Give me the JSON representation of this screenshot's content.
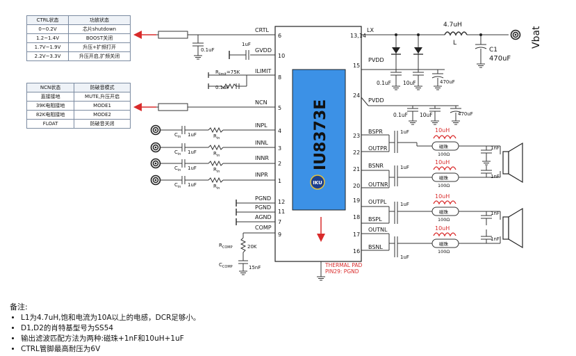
{
  "ctrl_table": {
    "header": [
      "CTRL状态",
      "功放状态"
    ],
    "rows": [
      [
        "0~0.2V",
        "芯片shutdown"
      ],
      [
        "1.2~1.4V",
        "BOOST关闭"
      ],
      [
        "1.7V~1.9V",
        "升压+扩频打开"
      ],
      [
        "2.2V~3.3V",
        "升压开启,扩频关闭"
      ]
    ]
  },
  "ncn_table": {
    "header": [
      "NCN状态",
      "防破音模式"
    ],
    "rows": [
      [
        "直接接地",
        "MUTE,升压开启"
      ],
      [
        "39K电阻接地",
        "MODE1"
      ],
      [
        "82K电阻接地",
        "MODE2"
      ],
      [
        "FLOAT",
        "防破音关闭"
      ]
    ]
  },
  "chip": {
    "name": "IU8373E",
    "logo": "IKU",
    "thermal_pad_line1": "THERMAL PAD",
    "thermal_pad_line2": "PIN29: PGND"
  },
  "left_pins": {
    "ctrl": "CRTL",
    "ctrl_num": "6",
    "gvdd": "GVDD",
    "gvdd_num": "10",
    "ilimit": "ILIMIT",
    "ilimit_num": "8",
    "ncn": "NCN",
    "ncn_num": "5",
    "inpl": "INPL",
    "inpl_num": "4",
    "innl": "INNL",
    "innl_num": "3",
    "innr": "INNR",
    "innr_num": "2",
    "inpr": "INPR",
    "inpr_num": "1",
    "pgnd1": "PGND",
    "pgnd1_num": "12",
    "pgnd2": "PGND",
    "pgnd2_num": "11",
    "agnd": "AGND",
    "agnd_num": "7",
    "comp": "COMP",
    "comp_num": "9"
  },
  "right_pins": {
    "lx": "LX",
    "lx_num": "13,14",
    "pvdd1": "PVDD",
    "pvdd1_num": "15",
    "pvdd2": "PVDD",
    "pvdd2_num": "24",
    "bspr": "BSPR",
    "bspr_num": "23",
    "outpr": "OUTPR",
    "outpr_num": "22",
    "bsnr": "BSNR",
    "bsnr_num": "21",
    "outnr": "OUTNR",
    "outnr_num": "20",
    "outpl": "OUTPL",
    "outpl_num": "19",
    "bspl": "BSPL",
    "bspl_num": "18",
    "outnl": "OUTNL",
    "outnl_num": "17",
    "bsnl": "BSNL",
    "bsnl_num": "16"
  },
  "components": {
    "c_ctrl": "0.1uF",
    "c_gvdd": "1uF",
    "r_ilimit": "R",
    "r_ilimit_sub": "limit",
    "r_ilimit_val": "75K",
    "c_ilimit": "0.1uF",
    "cin": "C",
    "cin_sub": "in",
    "cin_val": "1uF",
    "rin": "R",
    "rin_sub": "in",
    "rcomp": "R",
    "rcomp_sub": "COMP",
    "rcomp_val": "20K",
    "ccomp": "C",
    "ccomp_sub": "COMP",
    "ccomp_val": "15nF",
    "l1_val": "4.7uH",
    "l1_name": "L",
    "c1_name": "C1",
    "c1_val": "470uF",
    "vbat": "Vbat",
    "c_pv1": "0.1uF",
    "c_pv2": "10uF",
    "c_pv3": "470uF",
    "c_bs": "1uF",
    "l_out": "10uH",
    "bead": "磁珠",
    "bead_r": "100Ω",
    "c_out": "1nF"
  },
  "notes": {
    "title": "备注:",
    "items": [
      "L1为4.7uH,饱和电流为10A以上的电感，DCR足够小。",
      "D1,D2的肖特基型号为SS54",
      "输出滤波匹配方法为两种:磁珠+1nF和10uH+1uF",
      "CTRL管脚最高耐压为6V"
    ]
  },
  "colors": {
    "accent_red": "#d92b2b",
    "chip_fill": "#3c91e6",
    "wire": "#333333"
  }
}
